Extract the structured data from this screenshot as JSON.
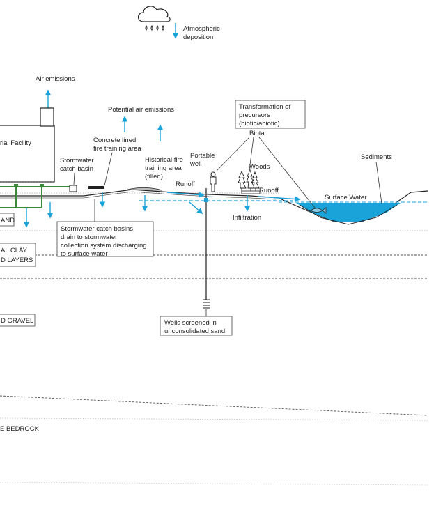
{
  "labels": {
    "atmospheric_deposition_1": "Atmospheric",
    "atmospheric_deposition_2": "deposition",
    "air_emissions": "Air emissions",
    "potential_air_emissions": "Potential air emissions",
    "facility": "rial Facility",
    "stormwater_catch_basin_1": "Stormwater",
    "stormwater_catch_basin_2": "catch basin",
    "concrete_lined_1": "Concrete lined",
    "concrete_lined_2": "fire training area",
    "historical_fire_1": "Historical fire",
    "historical_fire_2": "training area",
    "historical_fire_3": "(filled)",
    "portable_well_1": "Portable",
    "portable_well_2": "well",
    "transformation_1": "Transformation of",
    "transformation_2": "precursors",
    "transformation_3": "(biotic/abiotic)",
    "biota": "Biota",
    "woods": "Woods",
    "runoff_left": "Runoff",
    "runoff_right": "Runoff",
    "sediments": "Sediments",
    "surface_water": "Surface Water",
    "infiltration": "Infiltration",
    "catch_basins_note_1": "Stormwater catch basins",
    "catch_basins_note_2": "drain to stormwater",
    "catch_basins_note_3": "collection system discharging",
    "catch_basins_note_4": "to surface water",
    "wells_screened_1": "Wells screened in",
    "wells_screened_2": "unconsolidated sand",
    "layer_sand": "AND",
    "layer_clay_1": "AL CLAY",
    "layer_clay_2": "D LAYERS",
    "layer_gravel": "D GRAVEL",
    "layer_bedrock": "E BEDROCK"
  },
  "colors": {
    "water": "#1aa3d9",
    "pipe": "#3a8a3a",
    "line": "#222222"
  },
  "icons": [
    "cloud-rain-icon",
    "person-icon",
    "tree-icon",
    "fish-icon",
    "well-screen-icon"
  ]
}
